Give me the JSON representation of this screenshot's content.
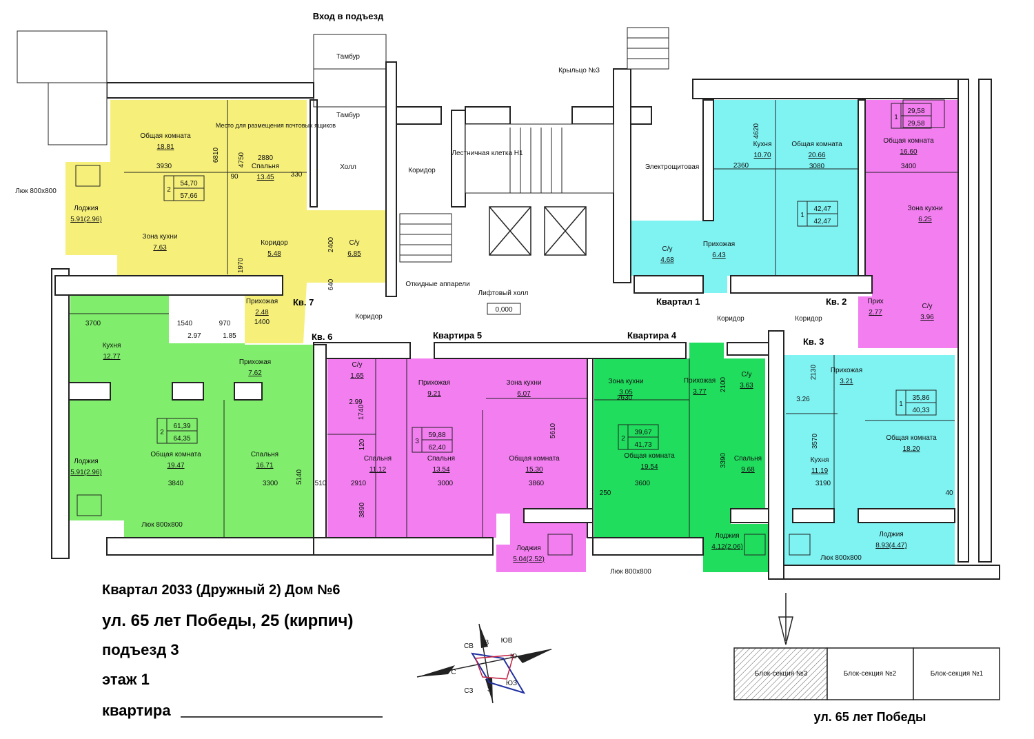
{
  "header": {
    "entrance_label": "Вход в подъезд"
  },
  "colors": {
    "yellow": "#f6f07a",
    "green": "#7ff06a",
    "magenta": "#f27ef0",
    "cyan": "#7ff2f2",
    "green_dark": "#20d860",
    "wall": "#222222"
  },
  "common_areas": {
    "tambur1": "Тамбур",
    "tambur2": "Тамбур",
    "hall": "Холл",
    "corridor_top": "Коридор",
    "stairs": "Лестничная клетка Н1",
    "porch": "Крыльцо №3",
    "electrical": "Электрощитовая",
    "lift_hall": "Лифтовый холл",
    "level": "0,000",
    "folding": "Откидные аппарели",
    "corridor_left": "Коридор",
    "corridor_right1": "Коридор",
    "corridor_right2": "Коридор",
    "mailboxes": "Место для размещения почтовых ящиков",
    "hatch": "Люк 800х800"
  },
  "apartment_labels": {
    "kv7": "Кв. 7",
    "kv6": "Кв. 6",
    "kv5": "Квартира 5",
    "kv4": "Квартира 4",
    "kv1": "Квартал 1",
    "kv2": "Кв. 2",
    "kv3": "Кв. 3"
  },
  "rooms": [
    {
      "id": "y1",
      "name": "Общая комната",
      "area": "18.81"
    },
    {
      "id": "y2",
      "name": "Спальня",
      "area": "13.45"
    },
    {
      "id": "y3",
      "name": "Зона кухни",
      "area": "7.63"
    },
    {
      "id": "y4",
      "name": "Коридор",
      "area": "5.48"
    },
    {
      "id": "y5",
      "name": "С/у",
      "area": "6.85"
    },
    {
      "id": "y6",
      "name": "Прихожая",
      "area": "2.48"
    },
    {
      "id": "y7",
      "name": "Лоджия",
      "area": "5.91(2.96)"
    },
    {
      "id": "g1",
      "name": "Кухня",
      "area": "12.77"
    },
    {
      "id": "g2",
      "name": "Прихожая",
      "area": "7.62"
    },
    {
      "id": "g3",
      "name": "Общая комната",
      "area": "19.47"
    },
    {
      "id": "g4",
      "name": "Спальня",
      "area": "16.71"
    },
    {
      "id": "g5",
      "name": "Лоджия",
      "area": "5.91(2.96)"
    },
    {
      "id": "m1",
      "name": "С/у",
      "area": "1.65"
    },
    {
      "id": "m2",
      "name": "Прихожая",
      "area": "9.21"
    },
    {
      "id": "m3",
      "name": "Зона кухни",
      "area": "6.07"
    },
    {
      "id": "m4",
      "name": "Спальня",
      "area": "11.12"
    },
    {
      "id": "m5",
      "name": "Спальня",
      "area": "13.54"
    },
    {
      "id": "m6",
      "name": "Общая комната",
      "area": "15.30"
    },
    {
      "id": "m7",
      "name": "Лоджия",
      "area": "5.04(2.52)"
    },
    {
      "id": "d1",
      "name": "Зона кухни",
      "area": "3.05"
    },
    {
      "id": "d2",
      "name": "Прихожая",
      "area": "3.77"
    },
    {
      "id": "d3",
      "name": "С/у",
      "area": "3.63"
    },
    {
      "id": "d4",
      "name": "Общая комната",
      "area": "19.54"
    },
    {
      "id": "d5",
      "name": "Спальня",
      "area": "9.68"
    },
    {
      "id": "d6",
      "name": "Лоджия",
      "area": "4.12(2.06)"
    },
    {
      "id": "c1",
      "name": "Кухня",
      "area": "10.70"
    },
    {
      "id": "c2",
      "name": "Общая комната",
      "area": "20.66"
    },
    {
      "id": "c3",
      "name": "С/у",
      "area": "4.68"
    },
    {
      "id": "c4",
      "name": "Прихожая",
      "area": "6.43"
    },
    {
      "id": "p1",
      "name": "Общая комната",
      "area": "16.60"
    },
    {
      "id": "p2",
      "name": "Зона кухни",
      "area": "6.25"
    },
    {
      "id": "p3",
      "name": "Прих",
      "area": "2.77"
    },
    {
      "id": "p4",
      "name": "С/у",
      "area": "3.96"
    },
    {
      "id": "b1",
      "name": "Прихожая",
      "area": "3.21"
    },
    {
      "id": "b2",
      "name": "Общая комната",
      "area": "18.20"
    },
    {
      "id": "b3",
      "name": "Кухня",
      "area": "11.19"
    },
    {
      "id": "b4",
      "name": "Лоджия",
      "area": "8.93(4.47)"
    }
  ],
  "area_boxes": [
    {
      "id": "kv7",
      "rooms": "2",
      "living": "54,70",
      "total": "57,66"
    },
    {
      "id": "kv6",
      "rooms": "2",
      "living": "61,39",
      "total": "64,35"
    },
    {
      "id": "kv5",
      "rooms": "3",
      "living": "59,88",
      "total": "62,40"
    },
    {
      "id": "kv4",
      "rooms": "2",
      "living": "39,67",
      "total": "41,73"
    },
    {
      "id": "kv1",
      "rooms": "1",
      "living": "42,47",
      "total": "42,47"
    },
    {
      "id": "kv2",
      "rooms": "1",
      "living": "29,58",
      "total": "29,58"
    },
    {
      "id": "kv3",
      "rooms": "1",
      "living": "35,86",
      "total": "40,33"
    }
  ],
  "dimensions": {
    "d3930": "3930",
    "d6810": "6810",
    "d2880": "2880",
    "d4750": "4750",
    "d330": "330",
    "d90": "90",
    "d1970": "1970",
    "d2400": "2400",
    "d640": "640",
    "d1400": "1400",
    "d3700": "3700",
    "d1540": "1540",
    "d970": "970",
    "d297": "2.97",
    "d185": "1.85",
    "d3840": "3840",
    "d3300": "3300",
    "d5140": "5140",
    "d510": "510",
    "d2910": "2910",
    "d3000": "3000",
    "d3860": "3860",
    "d5610": "5610",
    "d3890": "3890",
    "d1740": "1740",
    "d120": "120",
    "d2630": "2630",
    "d3600": "3600",
    "d3390": "3390",
    "d2100": "2100",
    "d250": "250",
    "d4620": "4620",
    "d2360": "2360",
    "d3080": "3080",
    "d3400": "3400",
    "d2130": "2130",
    "d3190": "3190",
    "d3570": "3570",
    "d40": "40",
    "d299": "2.99",
    "d326": "3.26"
  },
  "footer": {
    "line1": "Квартал 2033 (Дружный 2)    Дом №6",
    "line2": "ул. 65 лет Победы, 25 (кирпич)",
    "line3": "подъезд 3",
    "line4": "этаж 1",
    "line5": "квартира",
    "street": "ул. 65 лет Победы"
  },
  "compass": {
    "n": "В",
    "ne": "ЮВ",
    "e": "Ю",
    "se": "ЮЗ",
    "s": "З",
    "sw": "СЗ",
    "w": "С",
    "nw": "СВ"
  },
  "blocks": [
    "Блок-секция №3",
    "Блок-секция №2",
    "Блок-секция №1"
  ]
}
